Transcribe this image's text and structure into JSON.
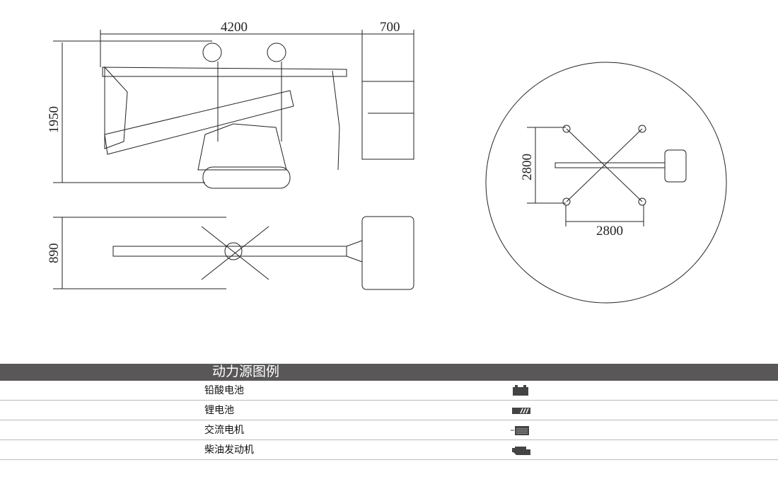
{
  "dimensions": {
    "length": "4200",
    "platform_overhang": "700",
    "height": "1950",
    "width": "890",
    "outrigger_span_y": "2800",
    "outrigger_span_x": "2800"
  },
  "legend": {
    "title": "动力源图例",
    "items": [
      {
        "label": "铅酸电池",
        "icon": "lead-acid-battery-icon"
      },
      {
        "label": "锂电池",
        "icon": "lithium-battery-icon"
      },
      {
        "label": "交流电机",
        "icon": "ac-motor-icon"
      },
      {
        "label": "柴油发动机",
        "icon": "diesel-engine-icon"
      }
    ]
  },
  "colors": {
    "header": "#595757",
    "line": "#222222"
  }
}
